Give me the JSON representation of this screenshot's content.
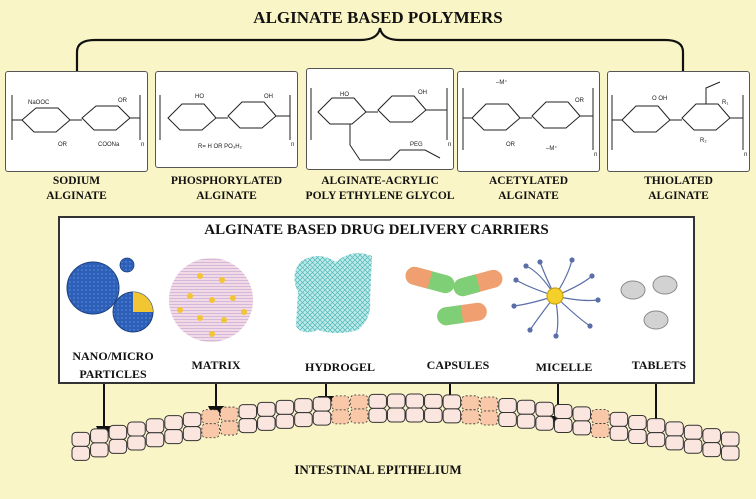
{
  "top_title": "ALGINATE BASED POLYMERS",
  "polymers": [
    {
      "line1": "SODIUM",
      "line2": "ALGINATE"
    },
    {
      "line1": "PHOSPHORYLATED",
      "line2": "ALGINATE"
    },
    {
      "line1": "ALGINATE-ACRYLIC",
      "line2": "POLY ETHYLENE GLYCOL"
    },
    {
      "line1": "ACETYLATED",
      "line2": "ALGINATE"
    },
    {
      "line1": "THIOLATED",
      "line2": "ALGINATE"
    }
  ],
  "chem_text": {
    "naooc": "NaOOC",
    "coona": "COONa",
    "or": "OR",
    "ho": "HO",
    "oh": "OH",
    "phos": "R= H OR PO₃H₂",
    "peg": "PEG",
    "m": "–M⁺",
    "n": "n",
    "r1": "R₁",
    "r2": "R₂",
    "oh2": "O OH"
  },
  "carriers_title": "ALGINATE BASED DRUG DELIVERY CARRIERS",
  "carriers": [
    {
      "line1": "NANO/MICRO",
      "line2": "PARTICLES"
    },
    {
      "line1": "MATRIX",
      "line2": ""
    },
    {
      "line1": "HYDROGEL",
      "line2": ""
    },
    {
      "line1": "CAPSULES",
      "line2": ""
    },
    {
      "line1": "MICELLE",
      "line2": ""
    },
    {
      "line1": "TABLETS",
      "line2": ""
    }
  ],
  "epithelium_label": "INTESTINAL EPITHELIUM",
  "colors": {
    "background": "#faf5c6",
    "particle_blue": "#2b5fb8",
    "particle_yellow": "#f2c632",
    "hydrogel": "#7fd3d3",
    "capsule_orange": "#f0a070",
    "capsule_green": "#7fcf76",
    "micelle_core": "#f5d02a",
    "micelle_tail": "#5a6fa8",
    "cell_fill": "#fbe5df",
    "cell_highlight": "#f8c8a8",
    "tablet": "#cfcfcf"
  }
}
